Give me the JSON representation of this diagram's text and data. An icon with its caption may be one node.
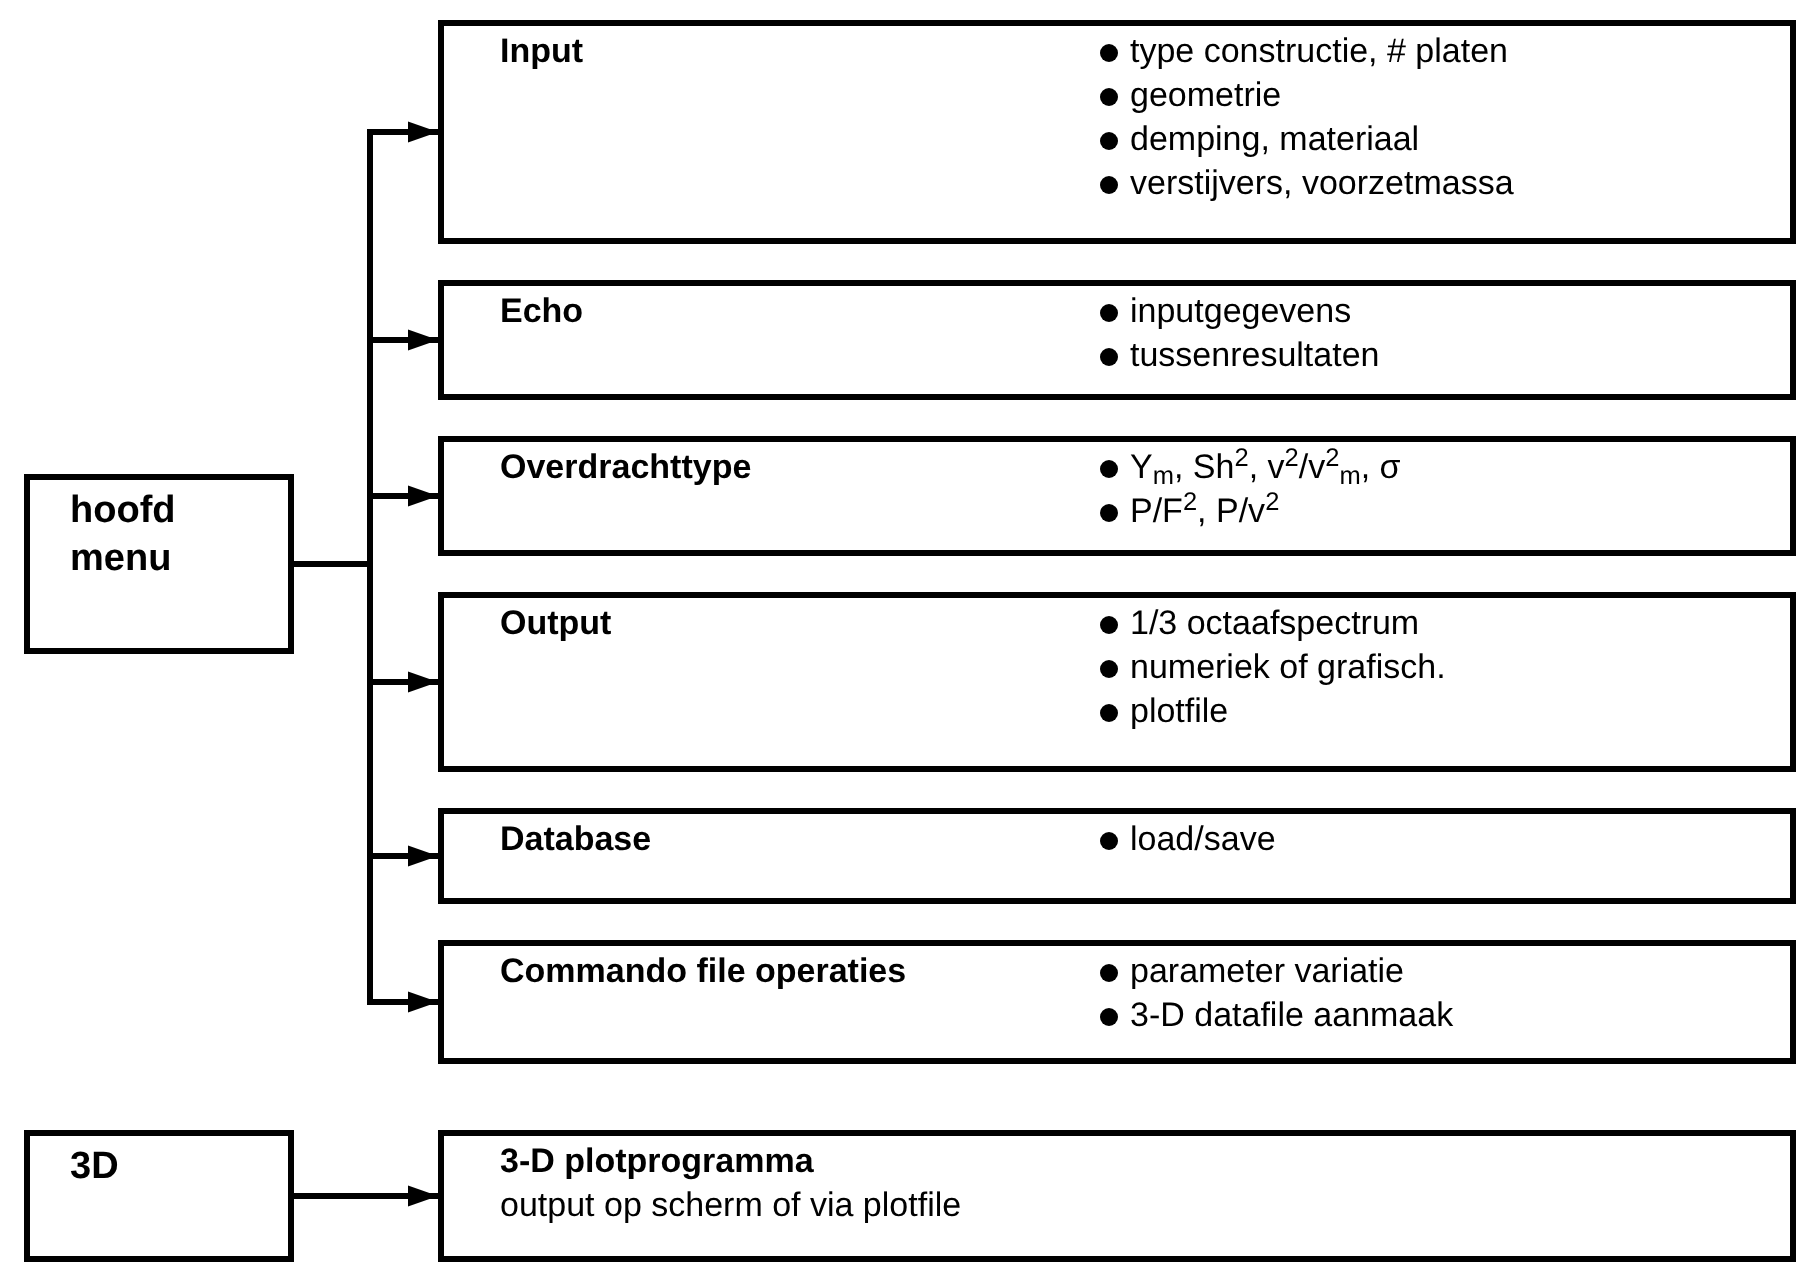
{
  "diagram": {
    "nodes": [
      {
        "text": [
          "hoofdmenu"
        ]
      },
      {
        "text": [
          "Input",
          "type constructie, # platen",
          "geometrie",
          "demping, materiaal",
          "verstijvers, voorzetmassa"
        ]
      },
      {
        "text": [
          "Echo",
          "inputgegevens",
          "tussenresultaten"
        ]
      },
      {
        "text": [
          "Overdrachttype",
          "Y$_{m}$, Sh$^{2}$, v$^{2}$/v$^{2}$$_{m}$, σ",
          "P/F$^{2}$, P/v$^{2}$"
        ]
      },
      {
        "text": [
          "Output",
          "1/3 octaafspectrum",
          "numeriek of grafisch.",
          "plotfile"
        ]
      },
      {
        "text": [
          "Database",
          "load/save"
        ]
      },
      {
        "text": [
          "Commando file operaties",
          "parameter variatie",
          "3-D datafile aanmaak"
        ]
      },
      {
        "text": [
          "3D"
        ]
      },
      {
        "text": [
          "3-D plotprogramma",
          "output op scherm of via plotfile"
        ]
      }
    ],
    "edges": [
      {
        "from": 0,
        "to": 1,
        "arrow": "to"
      },
      {
        "from": 0,
        "to": 2,
        "arrow": "to"
      },
      {
        "from": 0,
        "to": 3,
        "arrow": "to"
      },
      {
        "from": 0,
        "to": 4,
        "arrow": "to"
      },
      {
        "from": 0,
        "to": 5,
        "arrow": "to"
      },
      {
        "from": 0,
        "to": 6,
        "arrow": "to"
      },
      {
        "from": 7,
        "to": 8,
        "arrow": "to"
      }
    ]
  }
}
